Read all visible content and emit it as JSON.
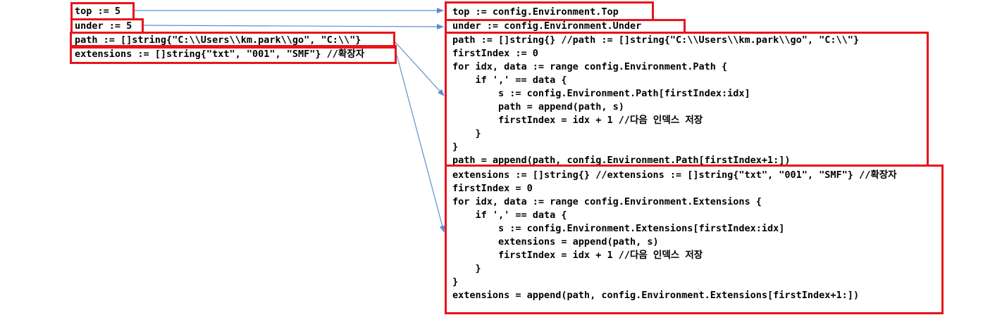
{
  "left": {
    "top_line": "top := 5",
    "under_line": "under := 5",
    "path_line": "path := []string{\"C:\\\\Users\\\\km.park\\\\go\", \"C:\\\\\"}",
    "extensions_line": "extensions := []string{\"txt\", \"001\", \"SMF\"} //확장자"
  },
  "right": {
    "top_line": "top := config.Environment.Top",
    "under_line": "under := config.Environment.Under",
    "path_block": [
      "path := []string{} //path := []string{\"C:\\\\Users\\\\km.park\\\\go\", \"C:\\\\\"}",
      "firstIndex := 0",
      "for idx, data := range config.Environment.Path {",
      "    if ',' == data {",
      "        s := config.Environment.Path[firstIndex:idx]",
      "        path = append(path, s)",
      "        firstIndex = idx + 1 //다음 인덱스 저장",
      "    }",
      "}",
      "path = append(path, config.Environment.Path[firstIndex+1:])"
    ],
    "extensions_block": [
      "extensions := []string{} //extensions := []string{\"txt\", \"001\", \"SMF\"} //확장자",
      "firstIndex = 0",
      "for idx, data := range config.Environment.Extensions {",
      "    if ',' == data {",
      "        s := config.Environment.Extensions[firstIndex:idx]",
      "        extensions = append(path, s)",
      "        firstIndex = idx + 1 //다음 인덱스 저장",
      "    }",
      "}",
      "extensions = append(path, config.Environment.Extensions[firstIndex+1:])"
    ]
  },
  "colors": {
    "box_border": "#e8141b",
    "arrow": "#5b8fd0"
  }
}
